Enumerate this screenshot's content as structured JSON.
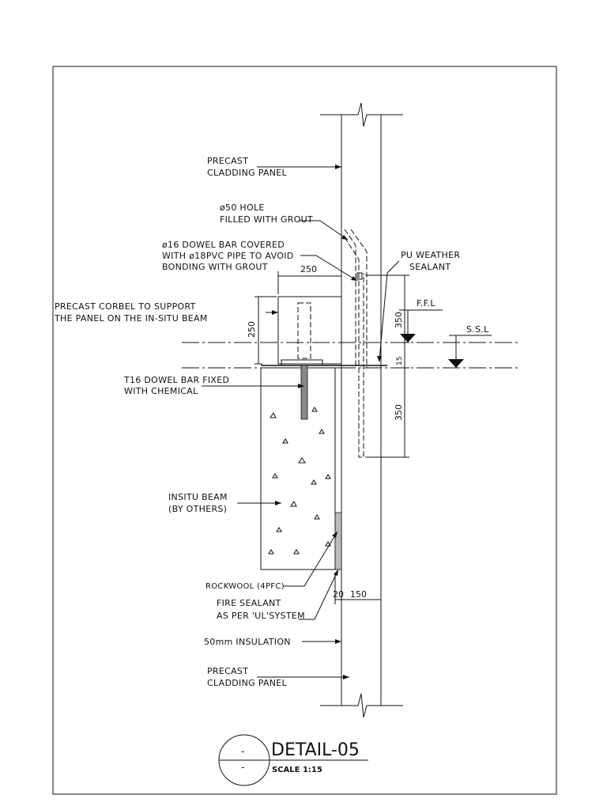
{
  "labels": {
    "cladding_top_1": "PRECAST",
    "cladding_top_2": "CLADDING PANEL",
    "hole_1": "ø50 HOLE",
    "hole_2": "FILLED WITH GROUT",
    "dowel_1": "ø16 DOWEL BAR COVERED",
    "dowel_2": "WITH ø18PVC PIPE TO AVOID",
    "dowel_3": "BONDING WITH GROUT",
    "pu_1": "PU WEATHER",
    "pu_2": "SEALANT",
    "corbel_1": "PRECAST CORBEL TO SUPPORT",
    "corbel_2": "THE PANEL ON THE  IN-SITU BEAM",
    "ffl": "F.F.L",
    "ssl": "S.S.L",
    "t16_1": "T16 DOWEL BAR FIXED",
    "t16_2": "WITH CHEMICAL",
    "insitu_1": "INSITU BEAM",
    "insitu_2": "(BY OTHERS)",
    "rockwool": "ROCKWOOL (4PFC)",
    "fire_1": "FIRE SEALANT",
    "fire_2": "AS PER 'UL'SYSTEM",
    "insulation": "50mm INSULATION",
    "cladding_bot_1": "PRECAST",
    "cladding_bot_2": "CLADDING PANEL"
  },
  "dimensions": {
    "corbel_width": "250",
    "corbel_height": "250",
    "upper_350": "350",
    "gap_15": "15",
    "lower_350": "350",
    "bottom_20": "20",
    "bottom_150": "150"
  },
  "title_block": {
    "detail_title": "DETAIL-05",
    "scale": "SCALE 1:15",
    "ref_top": "-",
    "ref_bottom": "-"
  }
}
